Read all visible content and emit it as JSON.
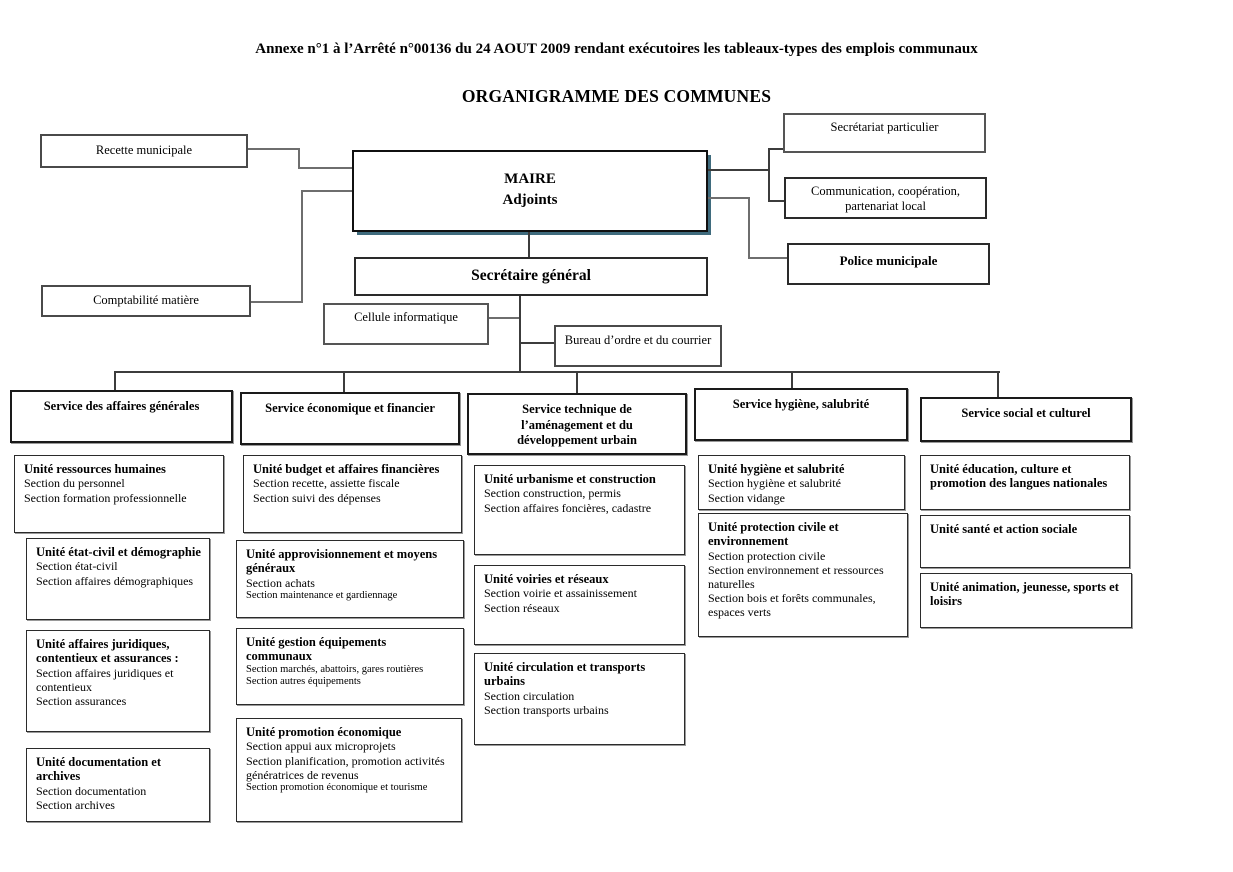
{
  "title": {
    "annex": "Annexe n°1 à l’Arrêté n°00136 du 24 AOUT 2009 rendant exécutoires les tableaux-types des emplois communaux",
    "main": "ORGANIGRAMME DES COMMUNES"
  },
  "colors": {
    "maire_shadow": "#3f6b7d",
    "line": "#3c3c3c",
    "background": "#ffffff"
  },
  "top_boxes": {
    "recette": "Recette municipale",
    "comptabilite": "Comptabilité matière",
    "maire_line1": "MAIRE",
    "maire_line2": "Adjoints",
    "secretariat_particulier": "Secrétariat particulier",
    "communication_line1": "Communication, coopération,",
    "communication_line2": "partenariat local",
    "police": "Police municipale",
    "secretaire_general": "Secrétaire général",
    "cellule_informatique": "Cellule informatique",
    "bureau_ordre": "Bureau d’ordre et du courrier"
  },
  "services": [
    {
      "label": "Service des affaires générales",
      "units": [
        {
          "title": "Unité ressources humaines",
          "sections": [
            "Section du personnel",
            "Section formation professionnelle"
          ]
        },
        {
          "title": "Unité état-civil et démographie",
          "sections": [
            "Section état-civil",
            "Section affaires démographiques"
          ]
        },
        {
          "title": "Unité affaires juridiques, contentieux et assurances :",
          "sections": [
            "Section affaires juridiques et contentieux",
            "Section assurances"
          ]
        },
        {
          "title": "Unité documentation et archives",
          "sections": [
            "Section documentation",
            "Section archives"
          ]
        }
      ]
    },
    {
      "label": "Service économique et financier",
      "units": [
        {
          "title": "Unité budget et affaires financières",
          "sections": [
            "Section recette, assiette fiscale",
            "Section suivi des dépenses"
          ]
        },
        {
          "title": "Unité approvisionnement et moyens généraux",
          "sections": [
            "Section achats",
            "Section maintenance et gardiennage"
          ]
        },
        {
          "title": "Unité gestion équipements communaux",
          "sections": [
            "Section marchés, abattoirs, gares routières",
            "Section autres équipements"
          ]
        },
        {
          "title": "Unité promotion économique",
          "sections": [
            "Section appui aux microprojets",
            "Section planification, promotion activités génératrices de revenus",
            "Section promotion économique et tourisme"
          ]
        }
      ]
    },
    {
      "label": "Service technique de l’aménagement et du développement urbain",
      "units": [
        {
          "title": "Unité urbanisme et construction",
          "sections": [
            "Section construction, permis",
            "Section affaires foncières, cadastre"
          ]
        },
        {
          "title": "Unité voiries et réseaux",
          "sections": [
            "Section voirie et assainissement",
            "Section réseaux"
          ]
        },
        {
          "title": "Unité circulation et transports urbains",
          "sections": [
            "Section circulation",
            "Section transports urbains"
          ]
        }
      ]
    },
    {
      "label": "Service hygiène, salubrité",
      "units": [
        {
          "title": "Unité hygiène et salubrité",
          "sections": [
            "Section hygiène et salubrité",
            "Section vidange"
          ]
        },
        {
          "title": "Unité protection civile et environnement",
          "sections": [
            "Section protection civile",
            "Section environnement et ressources naturelles",
            "Section bois et forêts communales, espaces verts"
          ]
        }
      ]
    },
    {
      "label": "Service social et culturel",
      "units": [
        {
          "title": "Unité éducation, culture et promotion des langues nationales",
          "sections": []
        },
        {
          "title": "Unité santé et action sociale",
          "sections": []
        },
        {
          "title": "Unité animation, jeunesse, sports et loisirs",
          "sections": []
        }
      ]
    }
  ]
}
